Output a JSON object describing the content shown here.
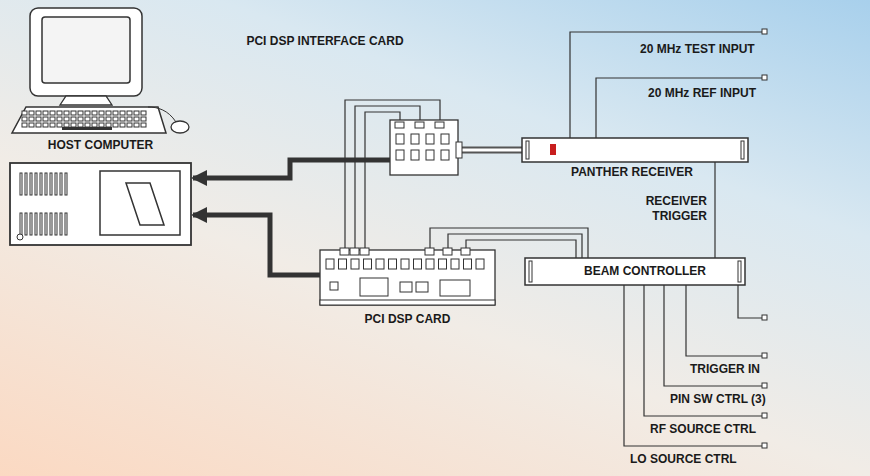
{
  "diagram": {
    "nodes": [
      {
        "text": [
          "HOST COMPUTER"
        ]
      },
      {
        "text": [
          "PCI DSP INTERFACE CARD"
        ]
      },
      {
        "text": [
          "PANTHER RECEIVER"
        ]
      },
      {
        "text": [
          "PCI DSP CARD"
        ]
      },
      {
        "text": [
          "BEAM CONTROLLER"
        ]
      }
    ],
    "edges": [
      {
        "from": 1,
        "to": 0,
        "arrow": "to"
      },
      {
        "from": 3,
        "to": 0,
        "arrow": "to"
      },
      {
        "from": 1,
        "to": 2,
        "arrow": "none"
      },
      {
        "from": 3,
        "to": 1,
        "arrow": "none"
      },
      {
        "from": 3,
        "to": 4,
        "arrow": "none"
      },
      {
        "from": 2,
        "to": 4,
        "label": "RECEIVER TRIGGER",
        "arrow": "none"
      }
    ],
    "labels": [
      "20 MHz TEST INPUT",
      "20 MHz REF INPUT",
      "TRIGGER IN",
      "PIN SW CTRL (3)",
      "RF SOURCE CTRL",
      "LO SOURCE CTRL"
    ]
  }
}
